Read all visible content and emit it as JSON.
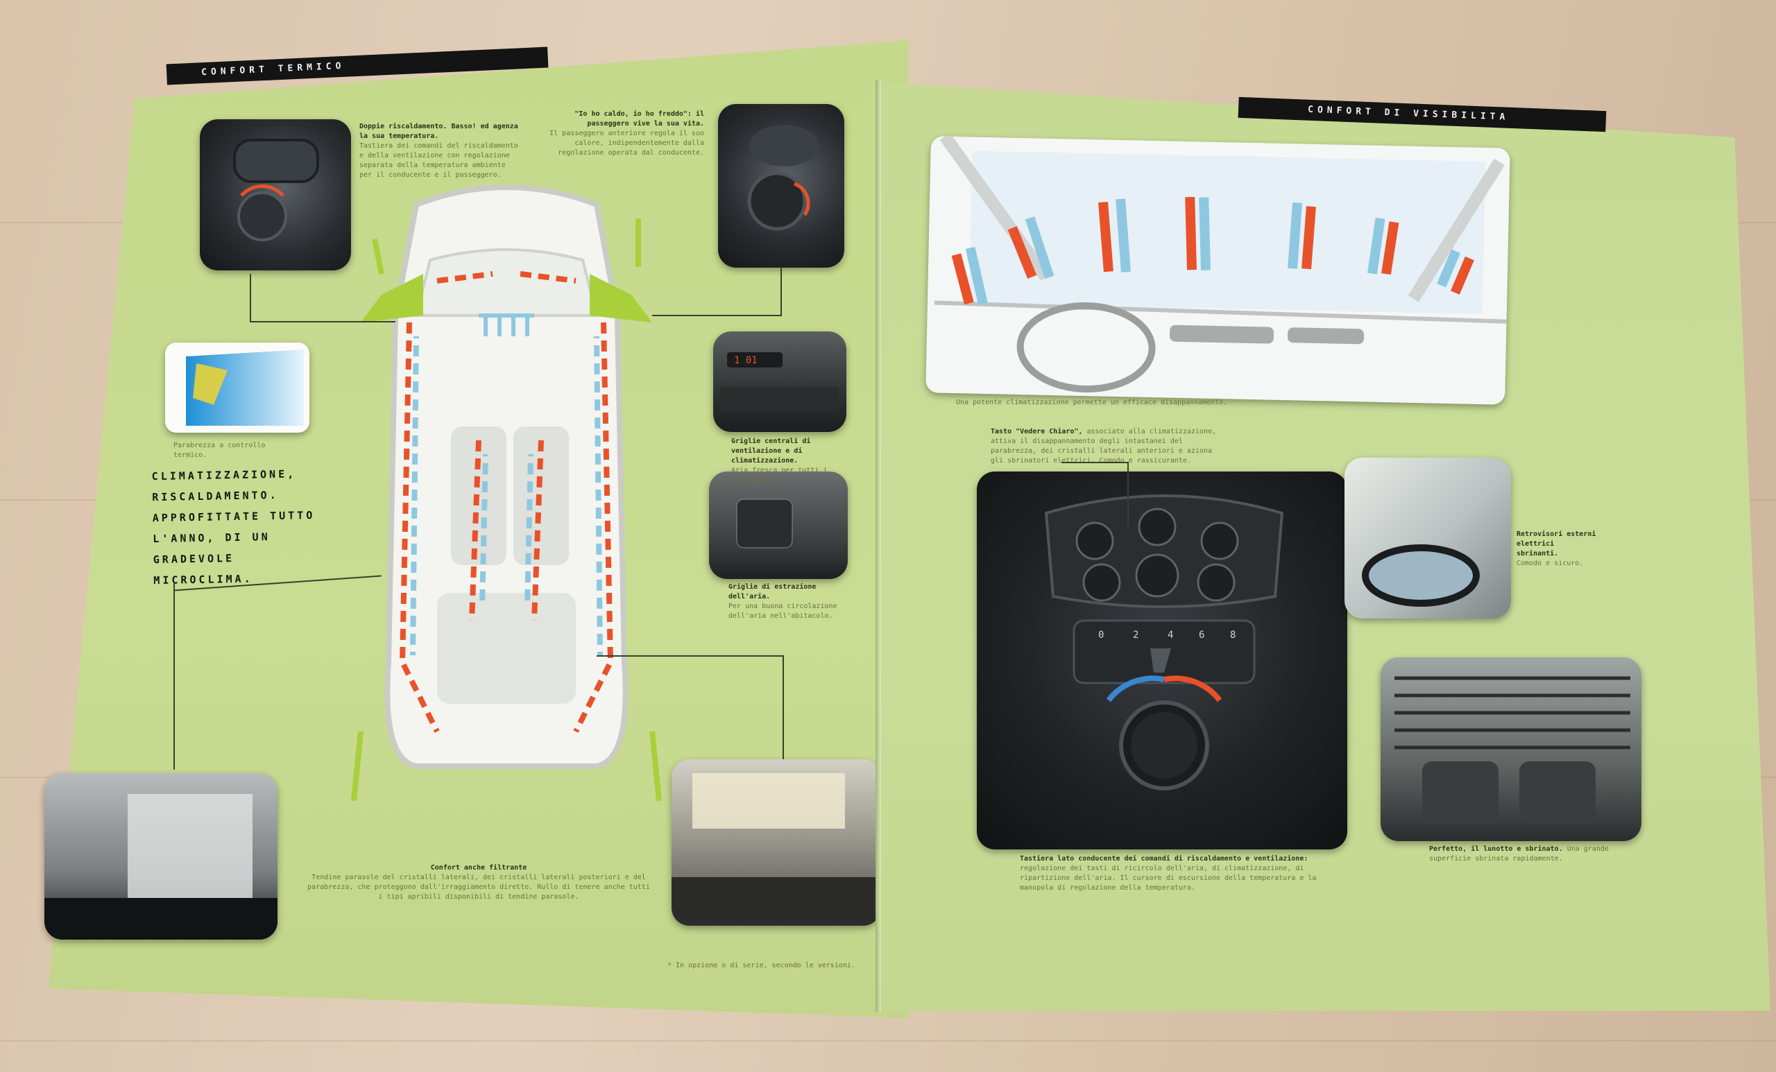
{
  "left_page": {
    "section_bar": "CONFORT TERMICO",
    "headline_lines": [
      "CLIMATIZZAZIONE,",
      "RISCALDAMENTO.",
      "APPROFITTATE TUTTO",
      "L'ANNO, DI UN",
      "GRADEVOLE MICROCLIMA."
    ],
    "captions": {
      "top_left_title": "Doppie riscaldamento. Basso! ed agenza la sua temperatura.",
      "top_left_body": "Tastiera dei comandi del riscaldamento e della ventilazione con regolazione separata della temperatura ambiente per il conducente e il passeggero.",
      "top_right_title": "\"Io ho caldo, io ho freddo\": il passeggero vive la sua vita.",
      "top_right_body": "Il passeggero anteriore regola il suo calore, indipendentemente dalla regolazione operata dal conducente.",
      "chart_card": "Parabrezza a controllo termico.",
      "mid_right_1_title": "Griglie centrali di ventilazione e di climatizzazione.",
      "mid_right_1_body": "Aria fresca per tutti i passeggeri.",
      "mid_right_2_title": "Griglie di estrazione dell'aria.",
      "mid_right_2_body": "Per una buona circolazione dell'aria nell'abitacolo.",
      "bottom_title": "Confort anche filtrante",
      "bottom_body": "Tendine parasole del cristalli laterali, dei cristalli laterali posteriori e del parabrezza, che proteggono dall'irraggiamento diretto. Rullo di tenere anche tutti i tipi apribili disponibili di tendine parasole.",
      "footer_note": "* In opzione o di serie, secondo le versioni."
    }
  },
  "right_page": {
    "section_bar": "CONFORT DI VISIBILITA",
    "captions": {
      "windshield": "Una potente climatizzazione permette un efficace disappannamento.",
      "vedere_chiaro_title": "Tasto \"Vedere Chiaro\",",
      "vedere_chiaro_body": "associato alla climatizzazione, attiva il disappannamento degli intastanei del parabrezza, dei cristalli laterali anteriori e aziona gli sbrinatori elettrici. Comodo e rassicurante.",
      "console_title": "Tastiera lato conducente dei comandi di riscaldamento e ventilazione:",
      "console_body": "regolazione dei tasti di ricircolo dell'aria, di climatizzazione, di ripartizione dell'aria. Il cursore di escursione della temperatura e la manopola di regolazione della temperatura.",
      "mirror_title": "Retrovisori esterni elettrici sbrinanti.",
      "mirror_body": "Comodo e sicuro.",
      "rear_window_title": "Perfetto, il lunotto e sbrinato.",
      "rear_window_body": "Una grande superficie sbrinata rapidamente."
    },
    "control_panel_labels": {
      "fan_scale": [
        "0",
        "2",
        "4",
        "6",
        "8"
      ],
      "knob_name": "temperature-knob"
    }
  },
  "colors": {
    "page_green": "#c7db90",
    "airflow_orange": "#e8522a",
    "airflow_blue": "#8ec8e0",
    "accent_lime": "#a9cf3a",
    "black_bar": "#141414"
  }
}
